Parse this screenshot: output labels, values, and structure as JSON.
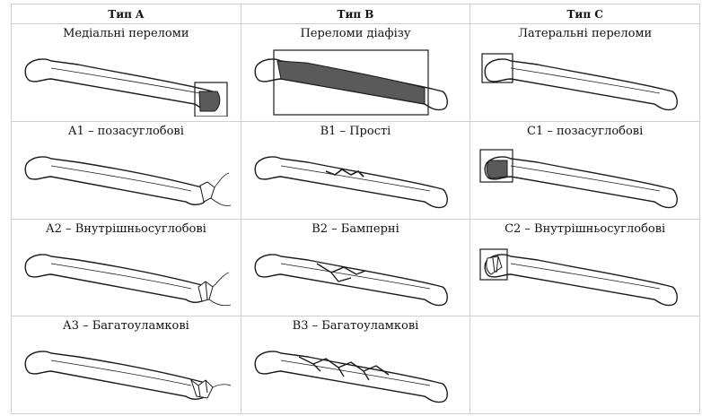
{
  "headers": {
    "type_a": "Тип A",
    "type_b": "Тип B",
    "type_c": "Тип C"
  },
  "row_overview": {
    "a": "Медіальні переломи",
    "b": "Переломи  діафізу",
    "c": "Латеральні переломи"
  },
  "row_1": {
    "a": "А1 – позасуглобові",
    "b": "В1 – Прості",
    "c": "С1 – позасуглобові"
  },
  "row_2": {
    "a": "А2 – Внутрішньосуглобові",
    "b": "В2 – Бамперні",
    "c": "С2 – Внутрішньосуглобові"
  },
  "row_3": {
    "a": "А3 – Багатоуламкові",
    "b": "В3 – Багатоуламкові"
  },
  "colors": {
    "line": "#1a1a1a",
    "shade": "#5a5a5a",
    "border": "#cfcfcf"
  }
}
